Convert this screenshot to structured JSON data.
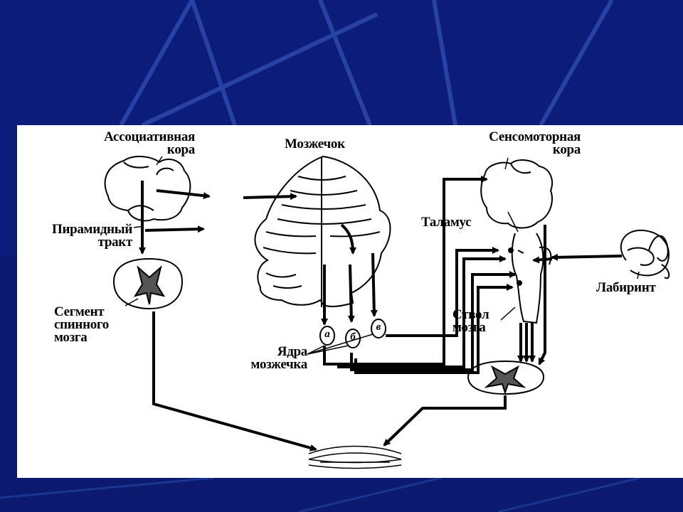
{
  "slide": {
    "background_color": "#0b1a6e",
    "panel_color": "#ffffff"
  },
  "labels": {
    "association_cortex": "Ассоциативная\nкора",
    "cerebellum": "Мозжечок",
    "sensorimotor_cortex": "Сенсомоторная\nкора",
    "pyramidal_tract": "Пирамидный\nтракт",
    "thalamus": "Таламус",
    "labyrinth": "Лабиринт",
    "spinal_segment": "Сегмент\nспинного\nмозга",
    "cerebellar_nuclei": "Ядра\nмозжечка",
    "brainstem": "Ствол\nмозга"
  },
  "nuclei": [
    "а",
    "б",
    "в"
  ]
}
